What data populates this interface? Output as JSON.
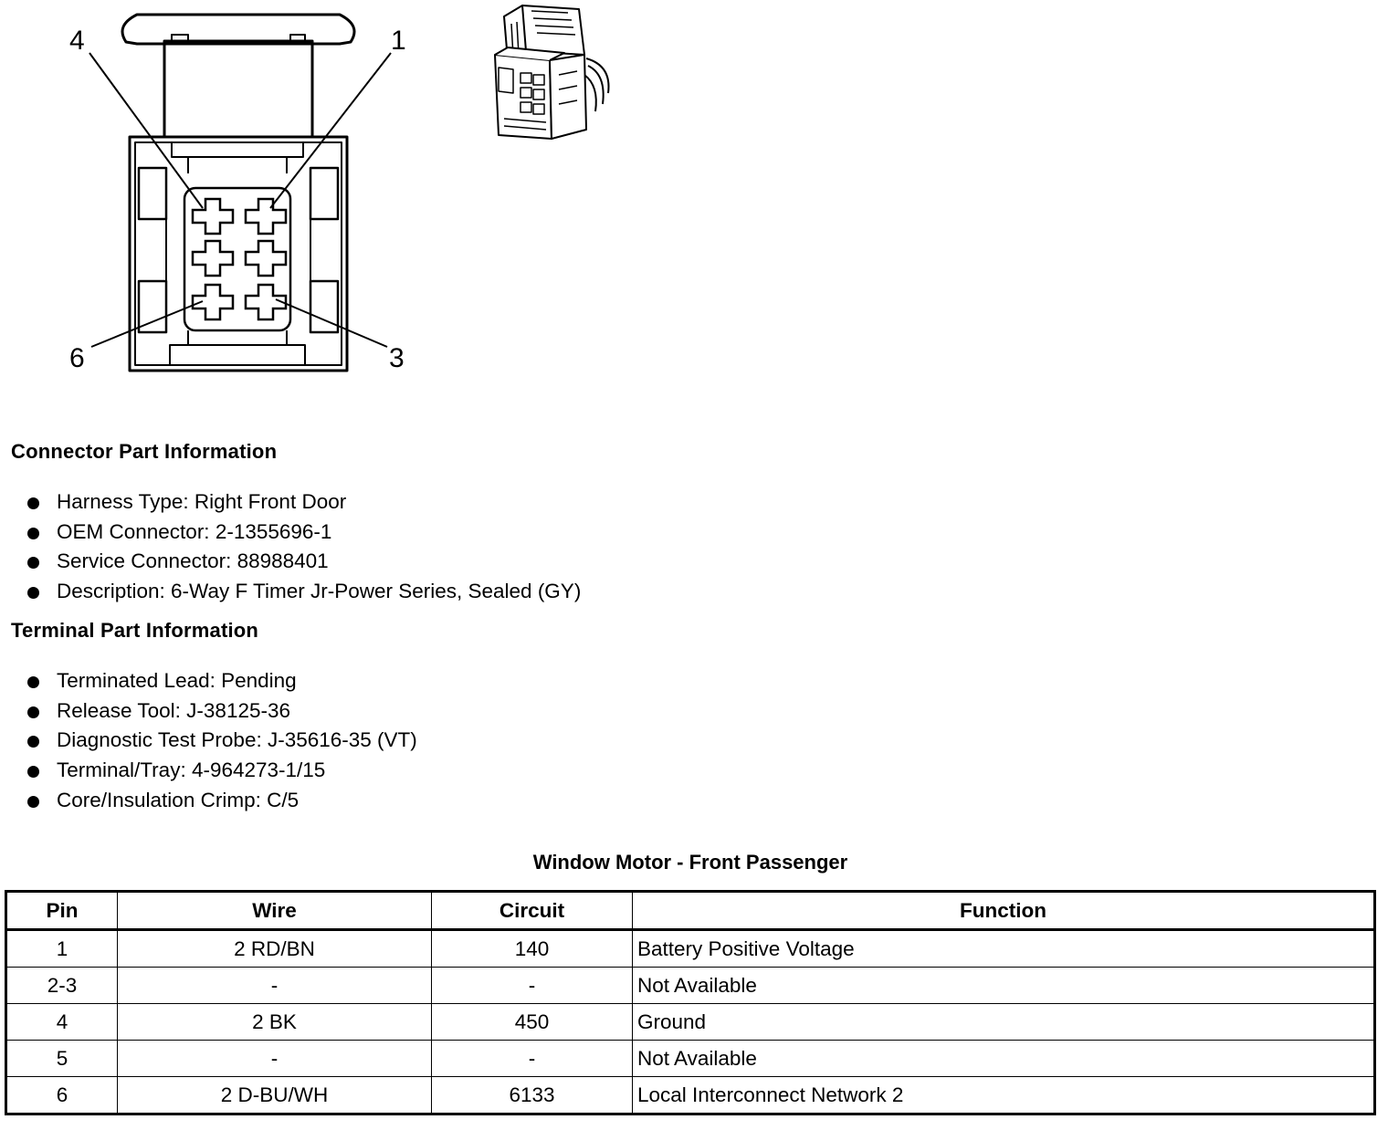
{
  "diagram": {
    "pin_callouts": [
      "4",
      "1",
      "6",
      "3"
    ]
  },
  "connector_info": {
    "heading": "Connector Part Information",
    "items": [
      "Harness Type: Right Front Door",
      "OEM Connector: 2-1355696-1",
      "Service Connector: 88988401",
      "Description: 6-Way F Timer Jr-Power Series, Sealed (GY)"
    ]
  },
  "terminal_info": {
    "heading": "Terminal Part Information",
    "items": [
      "Terminated Lead: Pending",
      "Release Tool: J-38125-36",
      "Diagnostic Test Probe: J-35616-35 (VT)",
      "Terminal/Tray: 4-964273-1/15",
      "Core/Insulation Crimp: C/5"
    ]
  },
  "table": {
    "title": "Window Motor - Front Passenger",
    "headers": [
      "Pin",
      "Wire",
      "Circuit",
      "Function"
    ],
    "rows": [
      [
        "1",
        "2 RD/BN",
        "140",
        "Battery Positive Voltage"
      ],
      [
        "2-3",
        "-",
        "-",
        "Not Available"
      ],
      [
        "4",
        "2 BK",
        "450",
        "Ground"
      ],
      [
        "5",
        "-",
        "-",
        "Not Available"
      ],
      [
        "6",
        "2 D-BU/WH",
        "6133",
        "Local Interconnect Network 2"
      ]
    ]
  }
}
